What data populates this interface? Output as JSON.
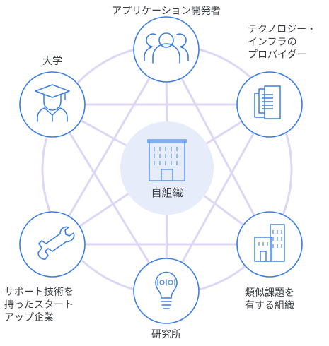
{
  "center": {
    "label": "自組織",
    "icon": "office-building-icon"
  },
  "nodes": [
    {
      "id": "app-developer",
      "label_lines": [
        "アプリケーション開発者"
      ],
      "icon": "people-group-icon"
    },
    {
      "id": "tech-infra-provider",
      "label_lines": [
        "テクノロジー・",
        "インフラの",
        "プロバイダー"
      ],
      "icon": "documents-stack-icon"
    },
    {
      "id": "similar-organization",
      "label_lines": [
        "類似課題を",
        "有する組織"
      ],
      "icon": "buildings-icon"
    },
    {
      "id": "research-institute",
      "label_lines": [
        "研究所"
      ],
      "icon": "lightbulb-icon"
    },
    {
      "id": "startup",
      "label_lines": [
        "サポート技術を",
        "持ったスタート",
        "アップ企業"
      ],
      "icon": "wrench-icon"
    },
    {
      "id": "university",
      "label_lines": [
        "大学"
      ],
      "icon": "graduate-icon"
    }
  ],
  "colors": {
    "connector": "#ddd6f5",
    "node_stroke": "#3b7ee0",
    "center_fill": "#e6ecfa",
    "center_icon": "#4d8ef0",
    "text": "#3a3d42"
  }
}
